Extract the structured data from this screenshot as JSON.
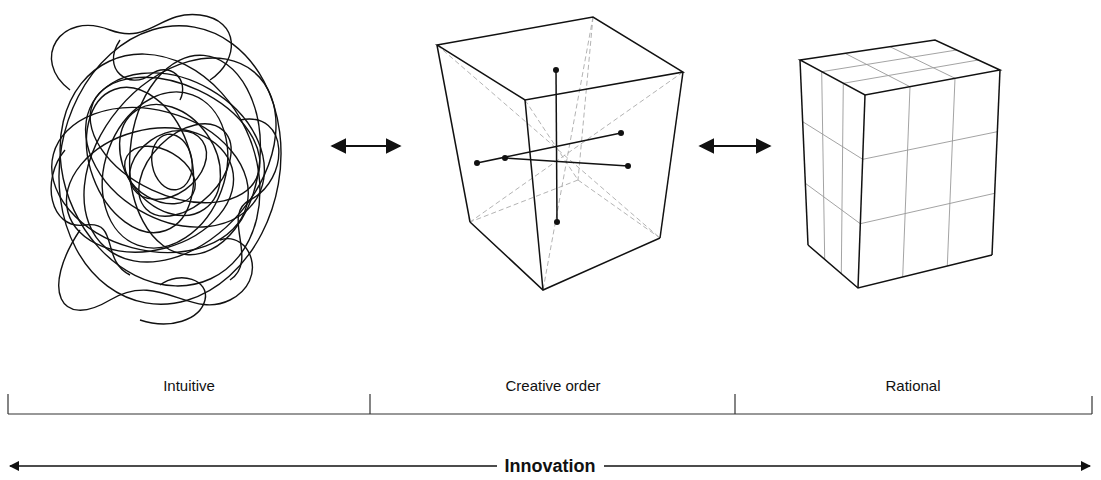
{
  "diagram": {
    "labels": [
      "Intuitive",
      "Creative order",
      "Rational",
      "Innovation"
    ]
  }
}
